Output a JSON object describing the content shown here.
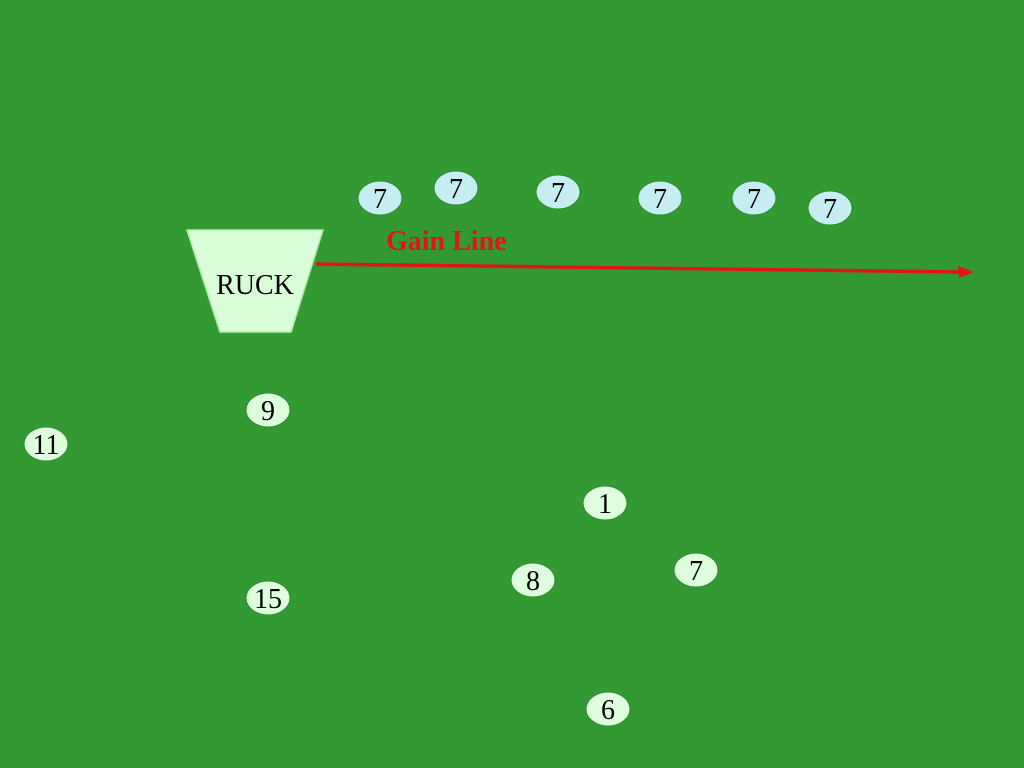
{
  "colors": {
    "field": "#339933",
    "defender_fill": "#C6EEF2",
    "attacker_fill": "#DDFFDD",
    "ruck_fill": "#D9FCD9",
    "gain_line": "#E21515"
  },
  "ruck": {
    "label": "RUCK"
  },
  "gain_line": {
    "label": "Gain Line",
    "arrow_icon": "arrow-right-icon"
  },
  "defenders": [
    {
      "number": "7"
    },
    {
      "number": "7"
    },
    {
      "number": "7"
    },
    {
      "number": "7"
    },
    {
      "number": "7"
    },
    {
      "number": "7"
    }
  ],
  "attackers": [
    {
      "number": "9"
    },
    {
      "number": "11"
    },
    {
      "number": "1"
    },
    {
      "number": "8"
    },
    {
      "number": "7"
    },
    {
      "number": "15"
    },
    {
      "number": "6"
    }
  ]
}
